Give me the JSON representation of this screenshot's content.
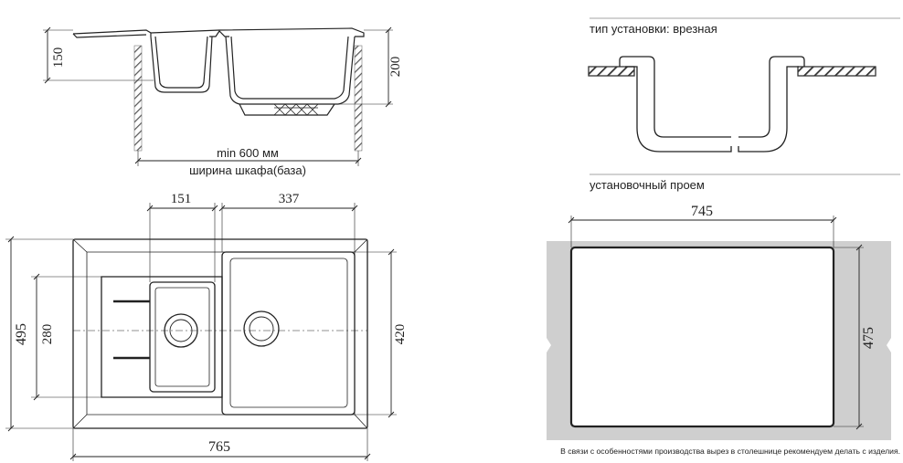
{
  "colors": {
    "line": "#222222",
    "countertop": "#cfcfcf",
    "hatch": "#333333"
  },
  "side_view": {
    "depth_small": "150",
    "depth_large": "200",
    "min_width": "min 600 мм",
    "cabinet_label": "ширина шкафа(база)"
  },
  "top_view": {
    "small_bowl_width": "151",
    "large_bowl_width": "337",
    "total_depth": "495",
    "small_bowl_depth": "280",
    "large_bowl_depth": "420",
    "total_width": "765"
  },
  "install": {
    "type_label": "тип установки: врезная",
    "cutout_label": "установочный проем",
    "cutout_width": "745",
    "cutout_depth": "475"
  },
  "note": "В связи с особенностями производства вырез в столешнице рекомендуем делать с изделия."
}
